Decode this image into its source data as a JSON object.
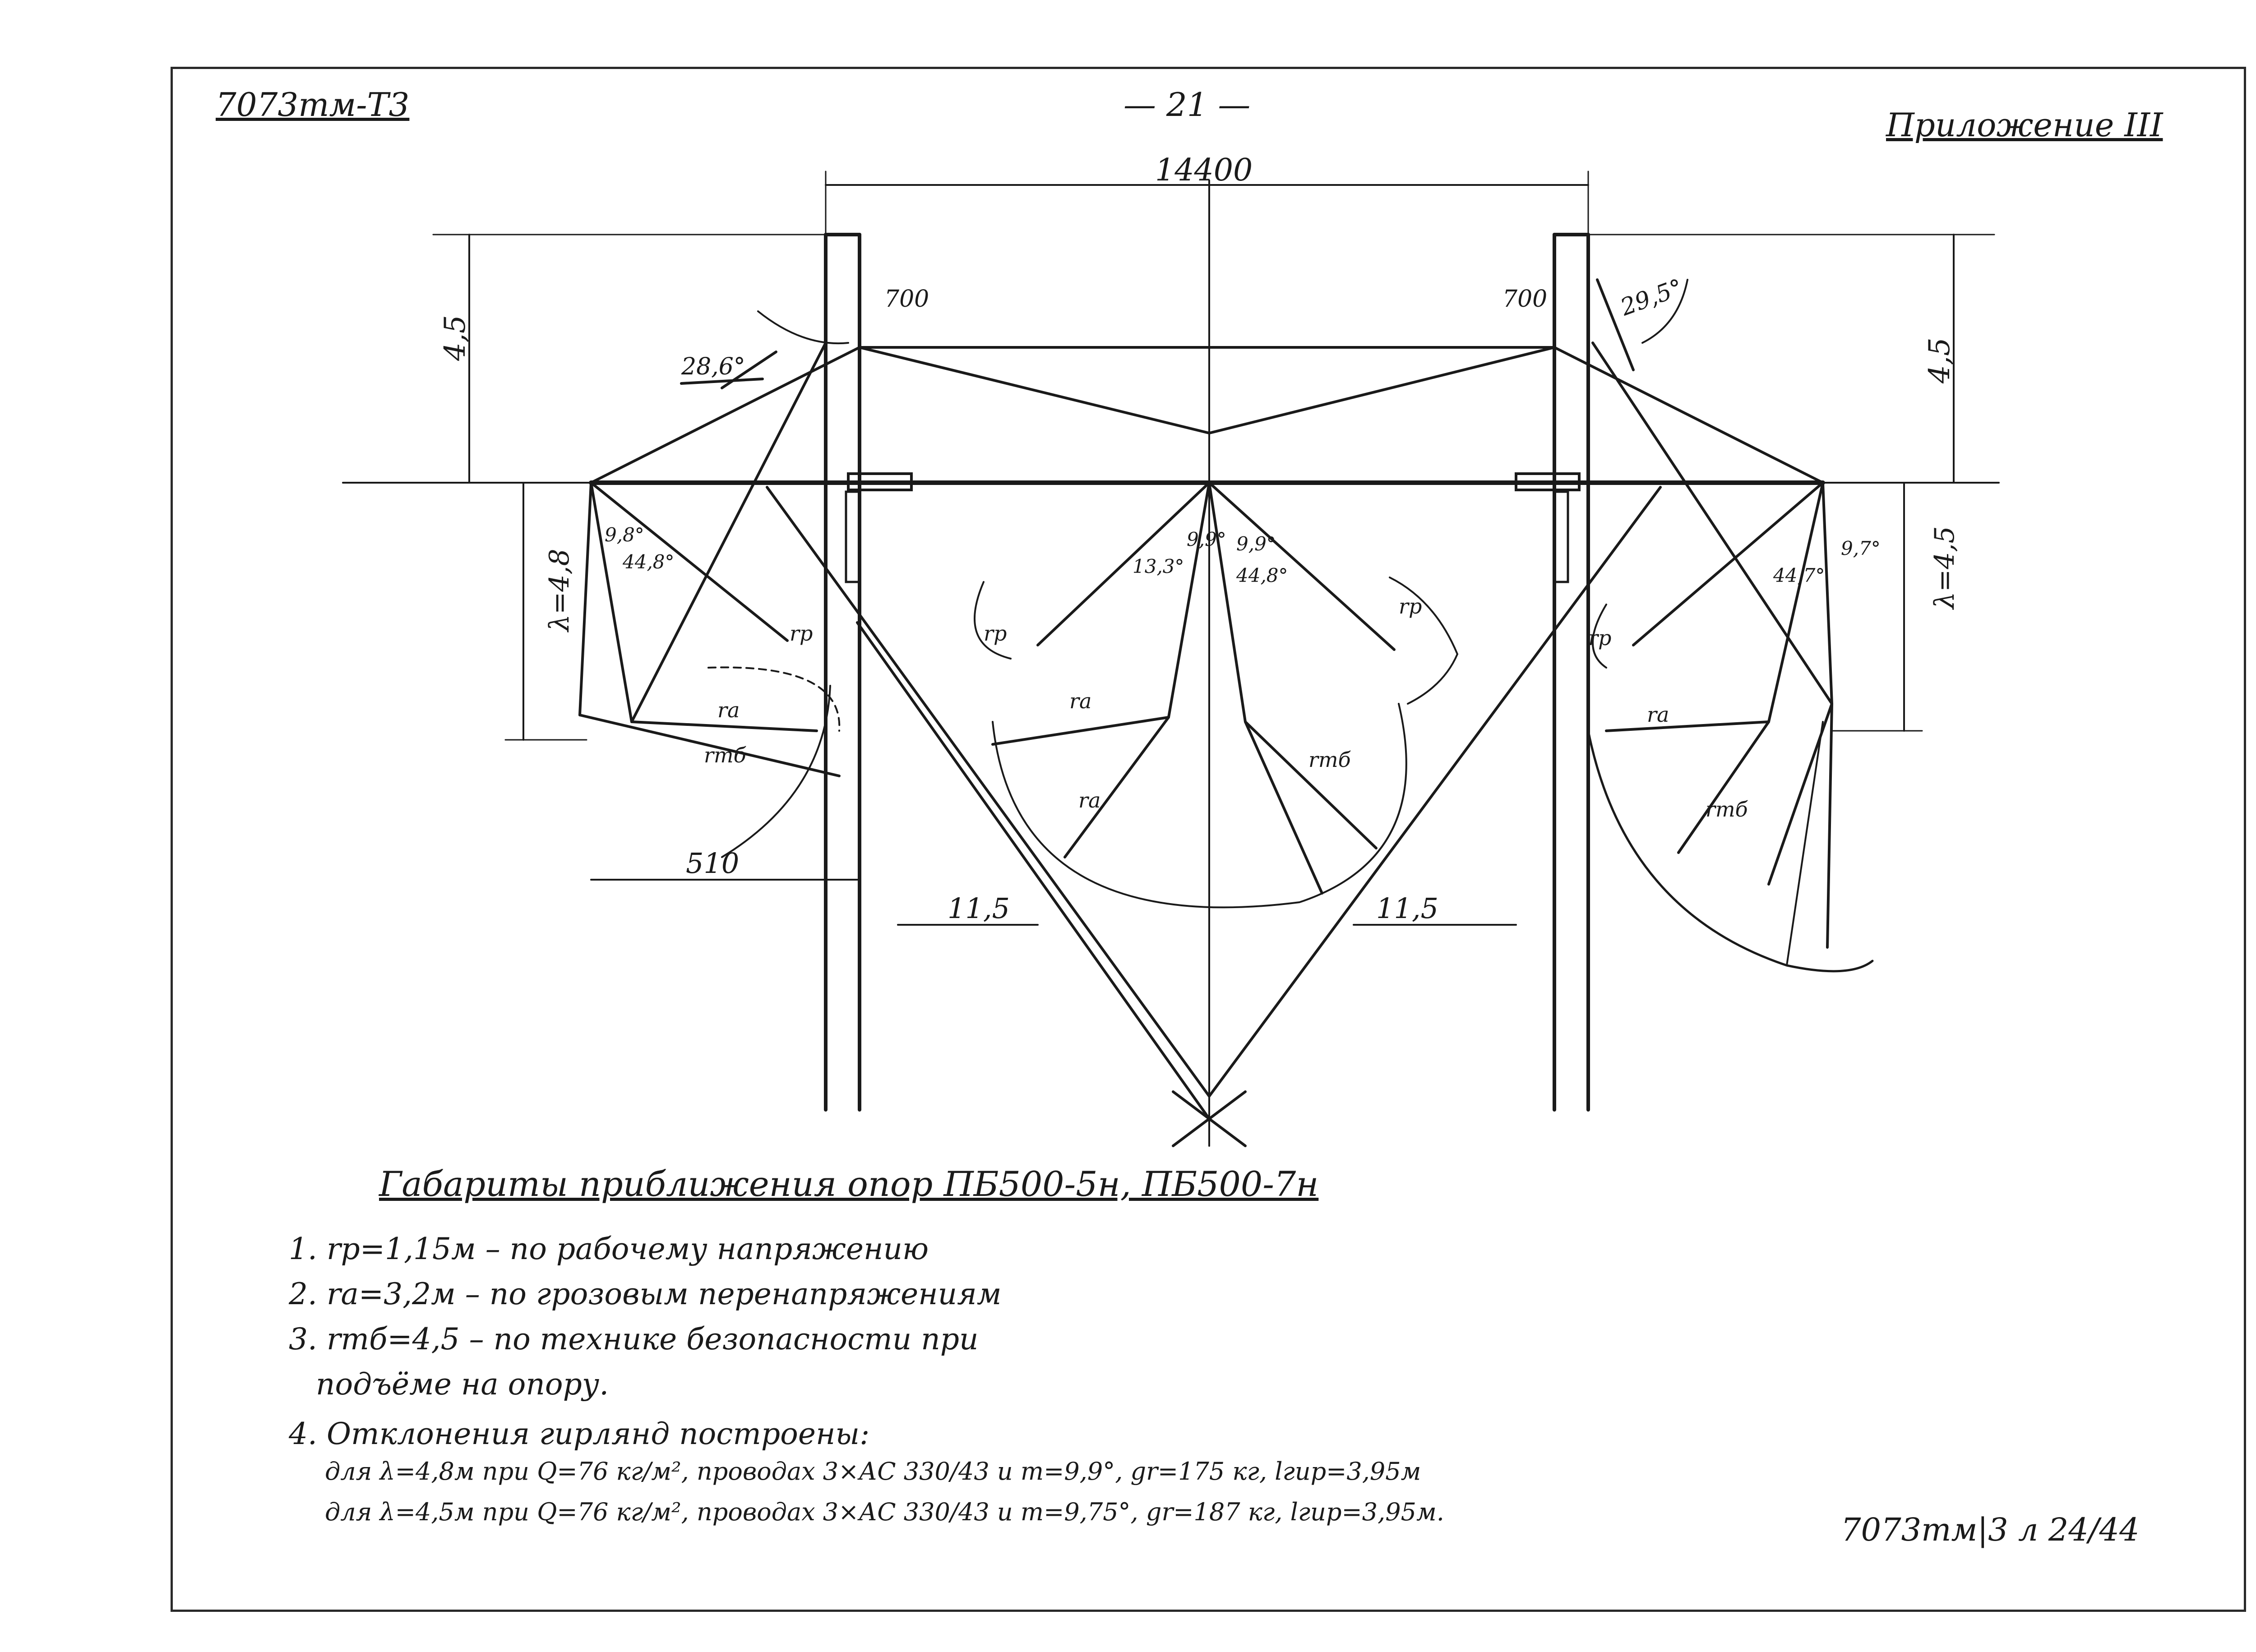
{
  "header": {
    "doc_code": "7073тм-Т3",
    "page_number": "— 21 —",
    "appendix": "Приложение III"
  },
  "dimensions": {
    "span_top": "14400",
    "height_left": "4,5",
    "height_right": "4,5",
    "lambda_left": "λ=4,8",
    "lambda_right": "λ=4,5",
    "offset_left": "510",
    "half_span_left": "11,5",
    "half_span_right": "11,5",
    "off_700_left": "700",
    "off_700_right": "700",
    "angle_left": "28,6°",
    "angle_right": "29,5°",
    "angle_a": "9,8°",
    "angle_b": "44,8°",
    "angle_c": "13,3°",
    "angle_d": "9,9°",
    "angle_e": "9,9°",
    "angle_f": "44,8°",
    "angle_g": "44,7°",
    "angle_h": "9,7°",
    "r_p": "rp",
    "r_a": "ra",
    "r_tb": "rтб"
  },
  "notes": {
    "title": "Габариты приближения опор ПБ500-5н, ПБ500-7н",
    "line1": "1. rp=1,15м – по рабочему напряжению",
    "line2": "2. ra=3,2м – по грозовым перенапряжениям",
    "line3": "3. rтб=4,5 – по технике безопасности при",
    "line3b": "подъёме на опору.",
    "line4": "4. Отклонения гирлянд построены:",
    "line5": "для λ=4,8м при Q=76 кг/м², проводах 3×АС 330/43 и m=9,9°, gr=175 кг, lгир=3,95м",
    "line6": "для λ=4,5м при Q=76 кг/м², проводах 3×АС 330/43 и m=9,75°, gr=187 кг, lгир=3,95м."
  },
  "footer": {
    "reference": "7073тм|3 л 24/44"
  }
}
